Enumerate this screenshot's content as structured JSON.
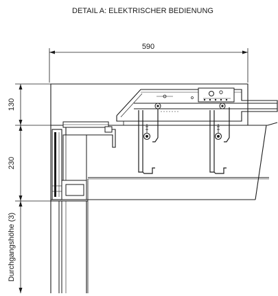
{
  "title": "DETAIL A: ELEKTRISCHER BEDIENUNG",
  "dimensions": {
    "width_label": "590",
    "upper_height_label": "130",
    "middle_height_label": "230",
    "lower_height_label": "Durchgangshöhe (3)"
  },
  "colors": {
    "line": "#1a1a1a",
    "background": "#ffffff"
  }
}
